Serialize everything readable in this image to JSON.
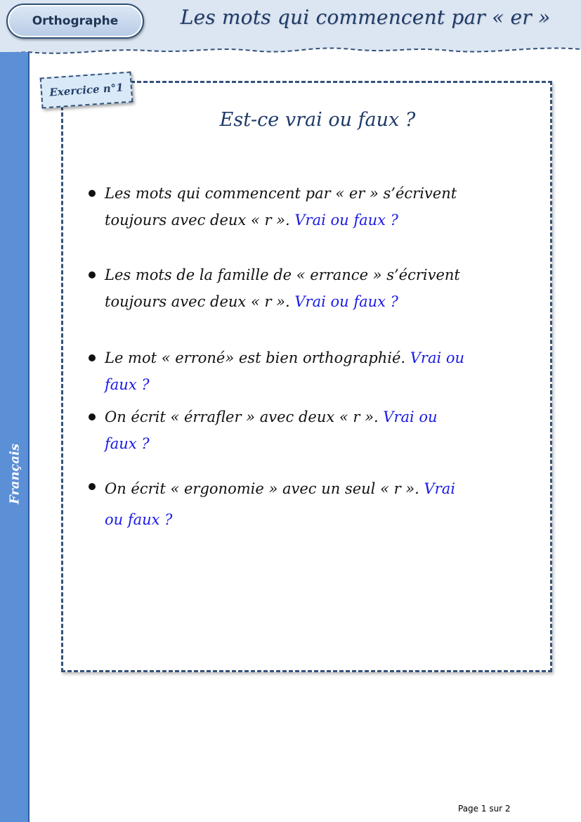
{
  "header": {
    "subject": "Orthographe",
    "title": "Les mots qui commencent par « er »"
  },
  "sidebar": {
    "label": "Français"
  },
  "exercise": {
    "tag": "Exercice n°1",
    "heading": "Est-ce vrai ou faux ?",
    "questions": [
      {
        "text": "Les mots qui commencent par « er » s’écrivent toujours avec deux « r ». ",
        "prompt": "Vrai ou faux ?"
      },
      {
        "text": "Les mots de la famille de « errance » s’écrivent toujours avec deux « r ». ",
        "prompt": "Vrai ou faux ?"
      },
      {
        "text": "Le mot « erroné» est bien orthographié. ",
        "prompt": "Vrai ou faux ?"
      },
      {
        "text": "On écrit « érrafler » avec deux « r ». ",
        "prompt": "Vrai ou faux ?"
      },
      {
        "text": "On écrit « ergonomie » avec un seul « r ». ",
        "prompt": "Vrai ou faux ?"
      }
    ]
  },
  "footer": {
    "page_number": "Page 1 sur 2"
  },
  "colors": {
    "accent": "#5b8fd6",
    "prompt": "#1a1ae6",
    "frame": "#34527b"
  }
}
